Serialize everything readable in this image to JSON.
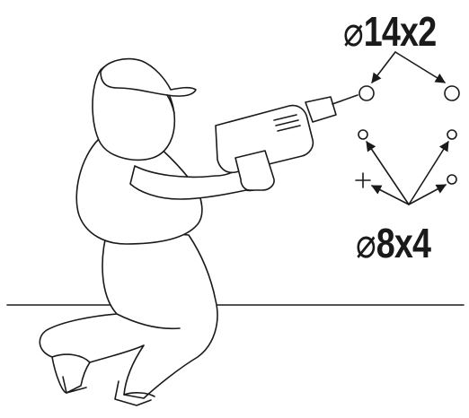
{
  "large_holes": {
    "diameter_symbol": "⌀",
    "spec": "14x2"
  },
  "small_holes": {
    "diameter_symbol": "⌀",
    "spec": "8x4"
  },
  "colors": {
    "line": "#1a1a1a",
    "background": "#ffffff"
  },
  "icons": [
    "diameter-symbol-icon",
    "center-cross-icon",
    "arrow-icon",
    "drill-icon",
    "worker-figure"
  ]
}
